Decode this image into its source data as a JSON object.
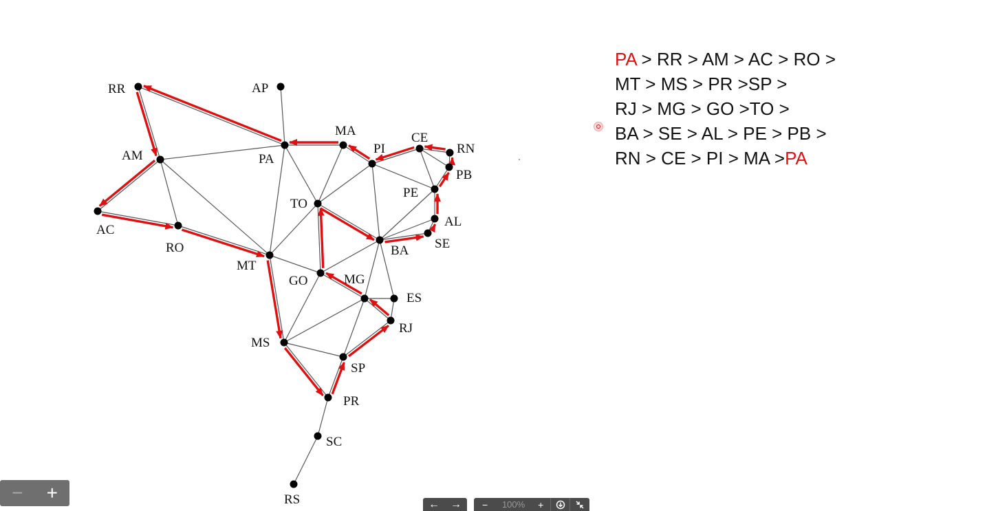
{
  "graph": {
    "nodes": [
      {
        "id": "RR",
        "label": "RR"
      },
      {
        "id": "AP",
        "label": "AP"
      },
      {
        "id": "AM",
        "label": "AM"
      },
      {
        "id": "PA",
        "label": "PA"
      },
      {
        "id": "MA",
        "label": "MA"
      },
      {
        "id": "PI",
        "label": "PI"
      },
      {
        "id": "CE",
        "label": "CE"
      },
      {
        "id": "RN",
        "label": "RN"
      },
      {
        "id": "PB",
        "label": "PB"
      },
      {
        "id": "PE",
        "label": "PE"
      },
      {
        "id": "AL",
        "label": "AL"
      },
      {
        "id": "SE",
        "label": "SE"
      },
      {
        "id": "BA",
        "label": "BA"
      },
      {
        "id": "TO",
        "label": "TO"
      },
      {
        "id": "AC",
        "label": "AC"
      },
      {
        "id": "RO",
        "label": "RO"
      },
      {
        "id": "MT",
        "label": "MT"
      },
      {
        "id": "GO",
        "label": "GO"
      },
      {
        "id": "MG",
        "label": "MG"
      },
      {
        "id": "ES",
        "label": "ES"
      },
      {
        "id": "RJ",
        "label": "RJ"
      },
      {
        "id": "MS",
        "label": "MS"
      },
      {
        "id": "SP",
        "label": "SP"
      },
      {
        "id": "PR",
        "label": "PR"
      },
      {
        "id": "SC",
        "label": "SC"
      },
      {
        "id": "RS",
        "label": "RS"
      }
    ],
    "edges": [
      [
        "RR",
        "AM"
      ],
      [
        "RR",
        "PA"
      ],
      [
        "AP",
        "PA"
      ],
      [
        "AM",
        "PA"
      ],
      [
        "AM",
        "AC"
      ],
      [
        "AM",
        "RO"
      ],
      [
        "AM",
        "MT"
      ],
      [
        "AC",
        "RO"
      ],
      [
        "RO",
        "MT"
      ],
      [
        "PA",
        "MA"
      ],
      [
        "PA",
        "TO"
      ],
      [
        "PA",
        "MT"
      ],
      [
        "MA",
        "TO"
      ],
      [
        "MA",
        "PI"
      ],
      [
        "PI",
        "TO"
      ],
      [
        "PI",
        "CE"
      ],
      [
        "PI",
        "PE"
      ],
      [
        "PI",
        "BA"
      ],
      [
        "CE",
        "RN"
      ],
      [
        "CE",
        "PB"
      ],
      [
        "CE",
        "PE"
      ],
      [
        "RN",
        "PB"
      ],
      [
        "PB",
        "PE"
      ],
      [
        "PE",
        "AL"
      ],
      [
        "PE",
        "BA"
      ],
      [
        "AL",
        "SE"
      ],
      [
        "AL",
        "BA"
      ],
      [
        "SE",
        "BA"
      ],
      [
        "TO",
        "BA"
      ],
      [
        "TO",
        "GO"
      ],
      [
        "TO",
        "MT"
      ],
      [
        "MT",
        "GO"
      ],
      [
        "MT",
        "MS"
      ],
      [
        "GO",
        "BA"
      ],
      [
        "GO",
        "MG"
      ],
      [
        "GO",
        "MS"
      ],
      [
        "BA",
        "MG"
      ],
      [
        "BA",
        "ES"
      ],
      [
        "MG",
        "ES"
      ],
      [
        "MG",
        "RJ"
      ],
      [
        "MG",
        "SP"
      ],
      [
        "MG",
        "MS"
      ],
      [
        "ES",
        "RJ"
      ],
      [
        "RJ",
        "SP"
      ],
      [
        "MS",
        "SP"
      ],
      [
        "MS",
        "PR"
      ],
      [
        "SP",
        "PR"
      ],
      [
        "PR",
        "SC"
      ],
      [
        "SC",
        "RS"
      ]
    ],
    "tour": [
      [
        "PA",
        "RR"
      ],
      [
        "RR",
        "AM"
      ],
      [
        "AM",
        "AC"
      ],
      [
        "AC",
        "RO"
      ],
      [
        "RO",
        "MT"
      ],
      [
        "MT",
        "MS"
      ],
      [
        "MS",
        "PR"
      ],
      [
        "PR",
        "SP"
      ],
      [
        "SP",
        "RJ"
      ],
      [
        "RJ",
        "MG"
      ],
      [
        "MG",
        "GO"
      ],
      [
        "GO",
        "TO"
      ],
      [
        "TO",
        "BA"
      ],
      [
        "BA",
        "SE"
      ],
      [
        "SE",
        "AL"
      ],
      [
        "AL",
        "PE"
      ],
      [
        "PE",
        "PB"
      ],
      [
        "PB",
        "RN"
      ],
      [
        "RN",
        "CE"
      ],
      [
        "CE",
        "PI"
      ],
      [
        "PI",
        "MA"
      ],
      [
        "MA",
        "PA"
      ]
    ]
  },
  "tour_text": {
    "lines": [
      [
        {
          "text": "PA",
          "hl": true
        },
        {
          "text": " > RR > AM > AC > RO >",
          "hl": false
        }
      ],
      [
        {
          "text": "MT > MS > PR >SP >",
          "hl": false
        }
      ],
      [
        {
          "text": "RJ > MG > GO >TO >",
          "hl": false
        }
      ],
      [
        {
          "text": "BA > SE > AL > PE > PB >",
          "hl": false
        }
      ],
      [
        {
          "text": "RN > CE > PI > MA >",
          "hl": false
        },
        {
          "text": "PA",
          "hl": true
        }
      ]
    ]
  },
  "colors": {
    "highlight": "#e01010",
    "edge": "#555555",
    "node": "#000000"
  },
  "zoom_widget": {
    "minus": "−",
    "plus": "+"
  },
  "toolbar": {
    "prev": "←",
    "next": "→",
    "zoom_out": "−",
    "zoom_level": "100%",
    "zoom_in": "+",
    "fit_icon": "fit-icon",
    "fullscreen_icon": "collapse-icon"
  }
}
